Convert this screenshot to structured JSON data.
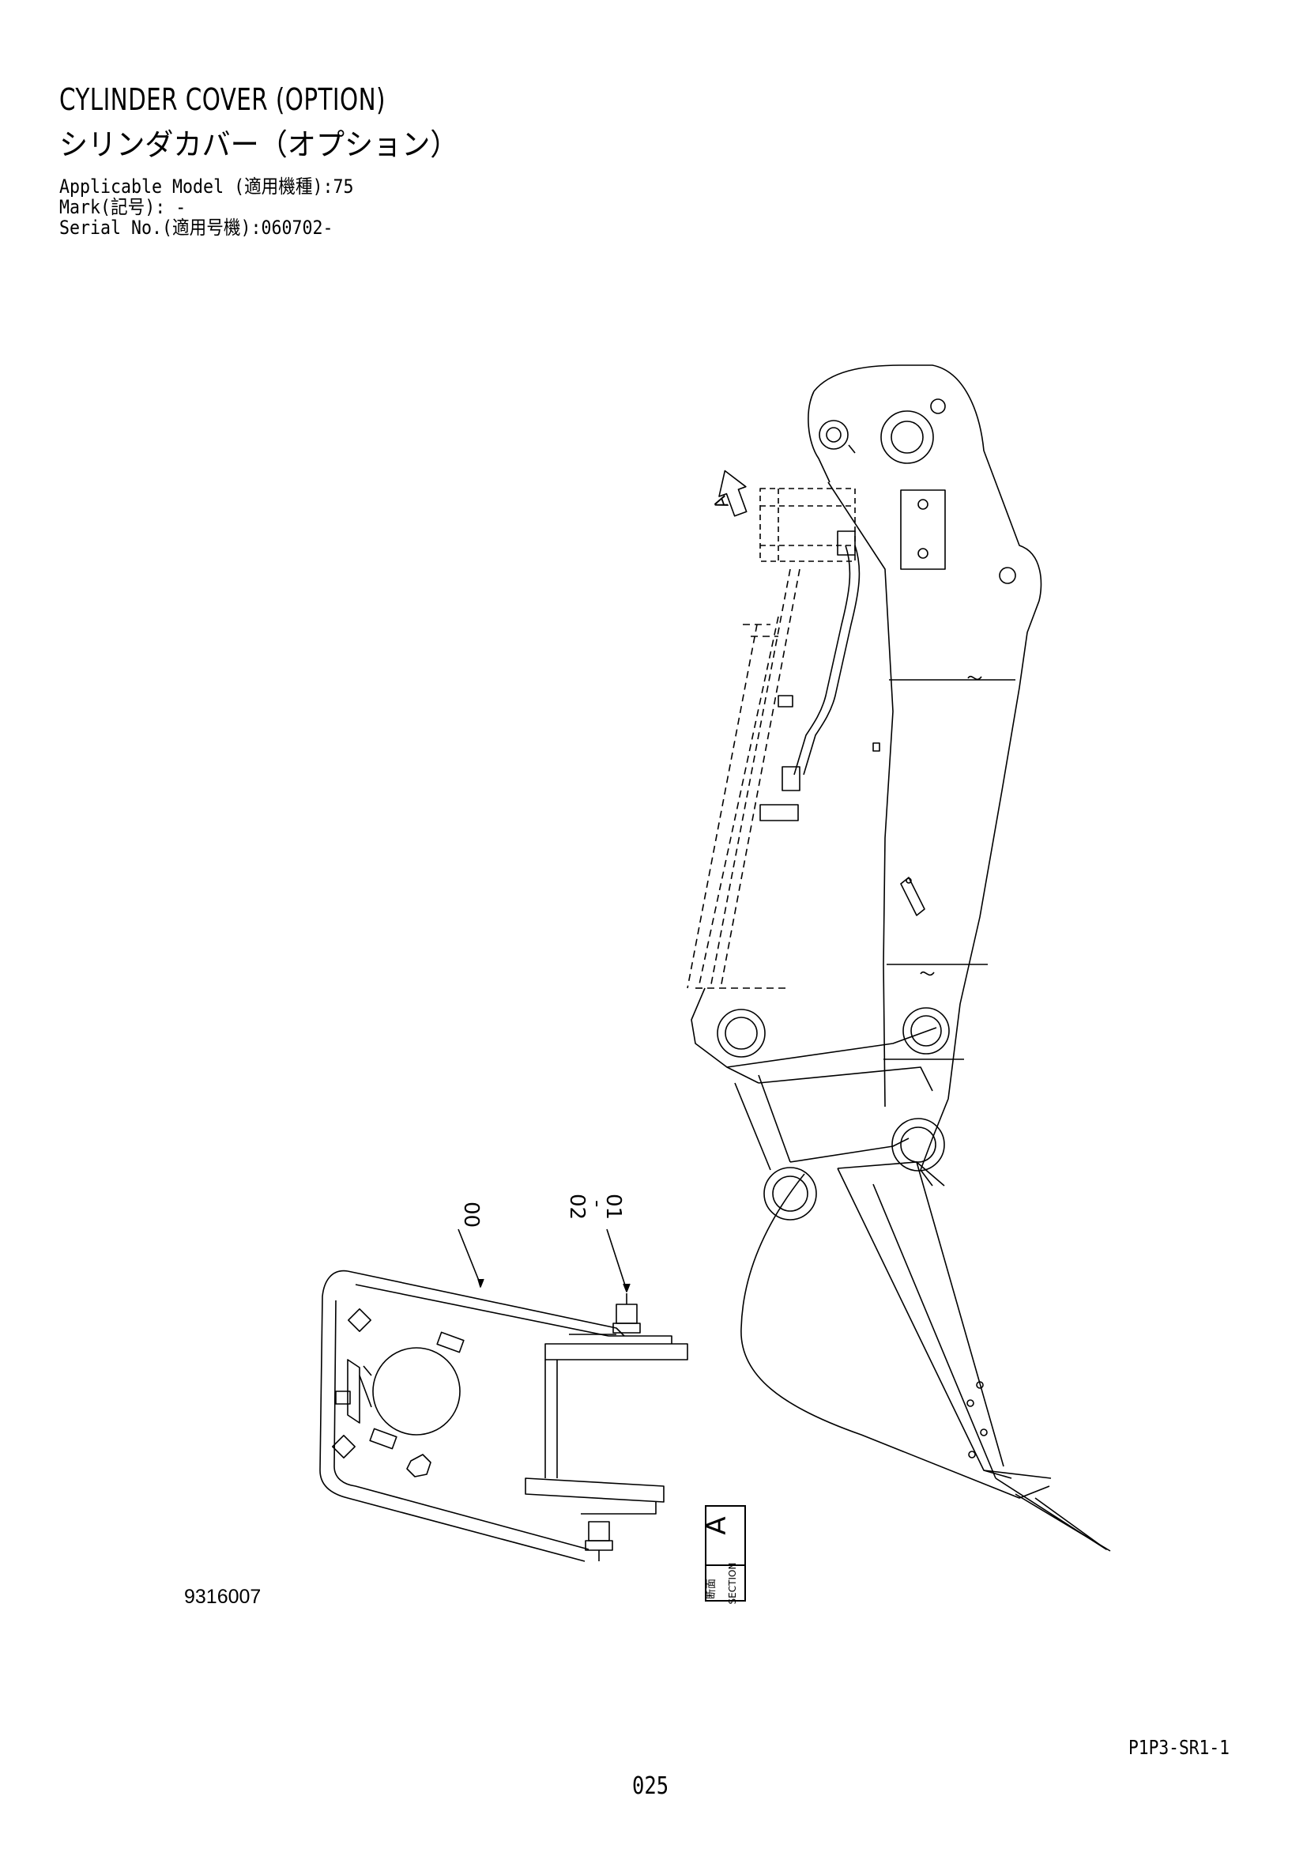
{
  "header": {
    "title_en": "CYLINDER COVER (OPTION)",
    "title_jp": "シリンダカバー（オプション）",
    "model_line": "Applicable Model (適用機種):75",
    "mark_line": "Mark(記号): -",
    "serial_line": "Serial No.(適用号機):060702-"
  },
  "drawing": {
    "view_label": "A",
    "section_label": "A",
    "section_jp": "断面",
    "section_en": "SECTION",
    "callouts": [
      "00",
      "02",
      "01"
    ]
  },
  "footer": {
    "drawing_number": "9316007",
    "sheet_code": "P1P3-SR1-1",
    "page_number": "025"
  }
}
